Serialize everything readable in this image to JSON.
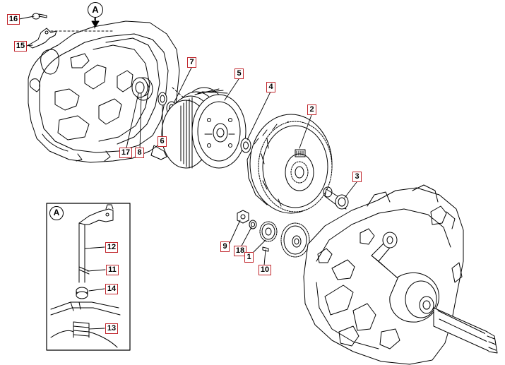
{
  "diagram": {
    "detail_marker": "A",
    "inset_marker": "A",
    "callouts": {
      "c1": "1",
      "c2": "2",
      "c3": "3",
      "c4": "4",
      "c5": "5",
      "c6": "6",
      "c7": "7",
      "c8": "8",
      "c9": "9",
      "c10": "10",
      "c11": "11",
      "c12": "12",
      "c13": "13",
      "c14": "14",
      "c15": "15",
      "c16": "16",
      "c17": "17",
      "c18": "18"
    },
    "colors": {
      "callout_border": "#c1272d",
      "line": "#000000",
      "background": "#ffffff"
    }
  }
}
